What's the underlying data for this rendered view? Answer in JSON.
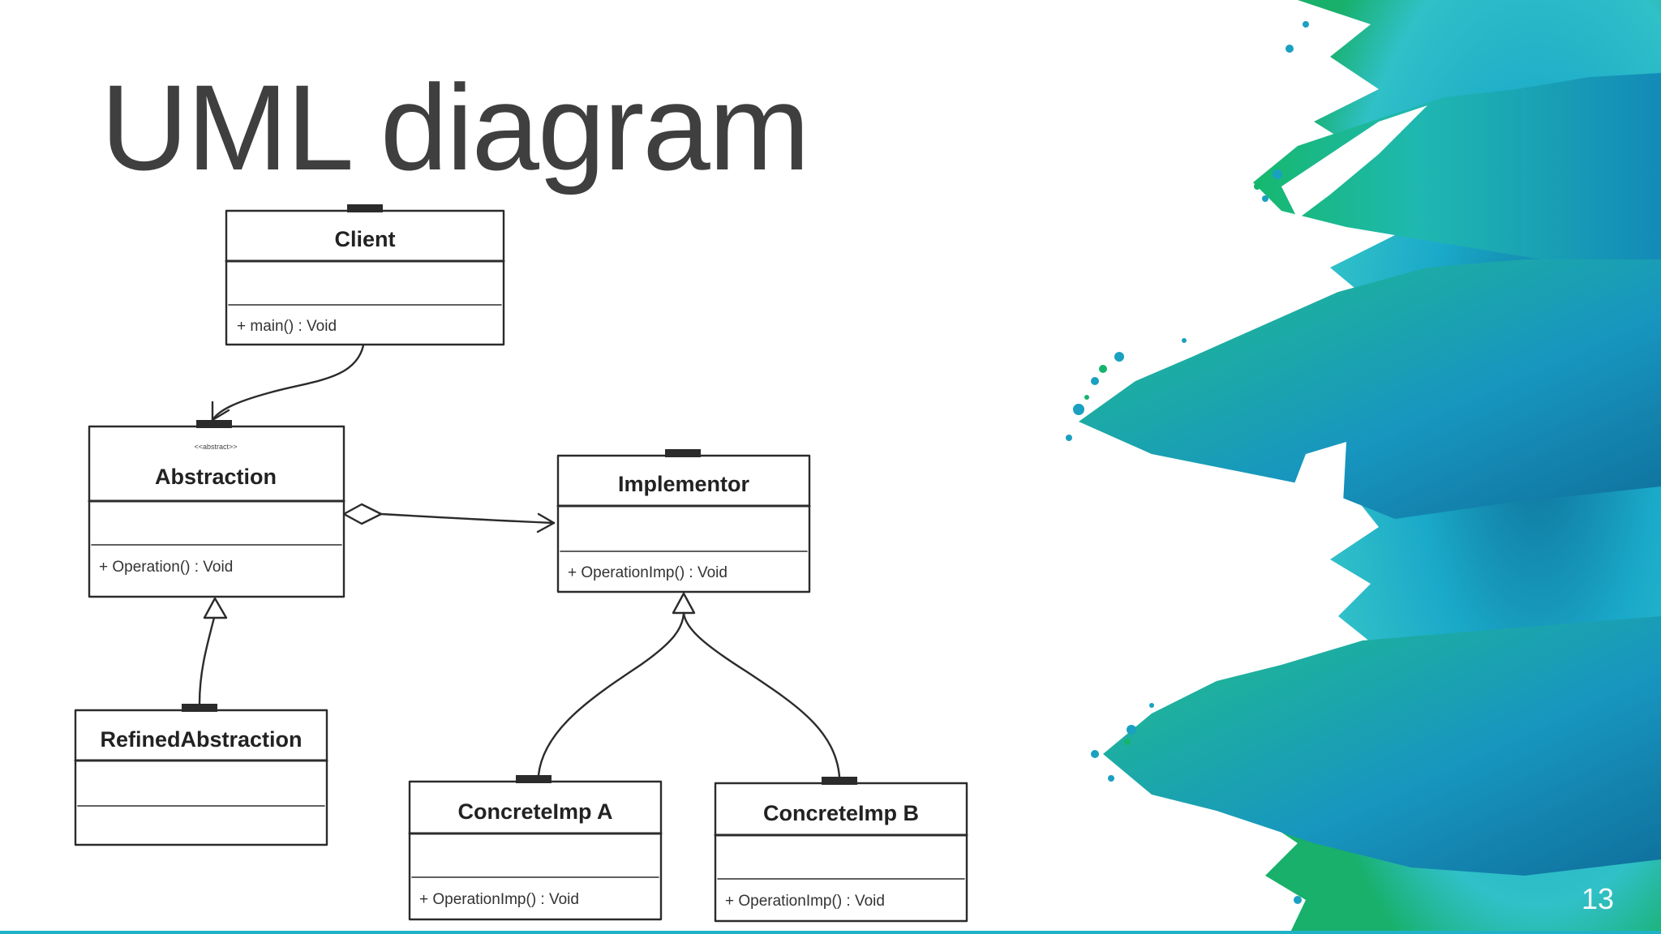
{
  "slide": {
    "title": "UML diagram",
    "page_number": "13"
  },
  "theme": {
    "title_color": "#3f3f3f",
    "paint_colors": [
      "#1aa9c9",
      "#0f7fa6",
      "#17b36b",
      "#0e5b87",
      "#41c9d8"
    ]
  },
  "classes": {
    "client": {
      "name": "Client",
      "operation": "+ main() : Void"
    },
    "abstraction": {
      "stereotype": "<<abstract>>",
      "name": "Abstraction",
      "operation": "+ Operation() : Void"
    },
    "implementor": {
      "name": "Implementor",
      "operation": "+ OperationImp() : Void"
    },
    "refined_abstraction": {
      "name": "RefinedAbstraction",
      "operation": ""
    },
    "concrete_a": {
      "name": "ConcreteImp A",
      "operation": "+ OperationImp() : Void"
    },
    "concrete_b": {
      "name": "ConcreteImp B",
      "operation": "+ OperationImp() : Void"
    }
  },
  "relationships": [
    {
      "from": "Client",
      "to": "Abstraction",
      "type": "association"
    },
    {
      "from": "Abstraction",
      "to": "Implementor",
      "type": "aggregation"
    },
    {
      "from": "RefinedAbstraction",
      "to": "Abstraction",
      "type": "generalization"
    },
    {
      "from": "ConcreteImp A",
      "to": "Implementor",
      "type": "realization"
    },
    {
      "from": "ConcreteImp B",
      "to": "Implementor",
      "type": "realization"
    }
  ]
}
